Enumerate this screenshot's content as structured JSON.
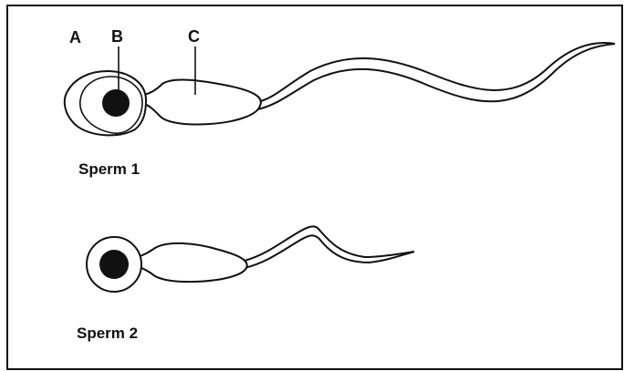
{
  "labels": {
    "a": "A",
    "b": "B",
    "c": "C"
  },
  "captions": {
    "sperm1": "Sperm 1",
    "sperm2": "Sperm 2"
  },
  "colors": {
    "ink": "#111111",
    "background": "#ffffff"
  }
}
